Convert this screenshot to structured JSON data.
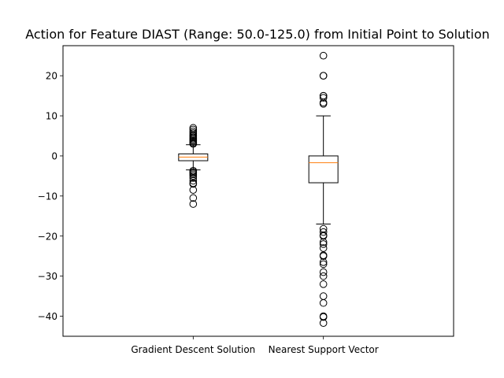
{
  "chart_data": {
    "type": "box",
    "title": "Action for Feature DIAST (Range: 50.0-125.0) from Initial Point to Solution",
    "xlabel": "",
    "ylabel": "",
    "categories": [
      "Gradient Descent Solution",
      "Nearest Support Vector"
    ],
    "ylim": [
      -45,
      27.5
    ],
    "yticks": [
      -40,
      -30,
      -20,
      -10,
      0,
      10,
      20
    ],
    "ytick_labels": [
      "−40",
      "−30",
      "−20",
      "−10",
      "0",
      "10",
      "20"
    ],
    "grid": false,
    "colors": {
      "box": "#000000",
      "median": "#ff7f0e",
      "flier": "#000000"
    },
    "boxes": [
      {
        "name": "Gradient Descent Solution",
        "whisker_low": -3.5,
        "q1": -1.2,
        "median": -0.3,
        "q3": 0.5,
        "whisker_high": 2.8,
        "fliers": [
          7.0,
          6.6,
          6.1,
          5.7,
          5.3,
          5.0,
          4.7,
          4.4,
          4.1,
          3.8,
          3.5,
          3.2,
          3.0,
          -3.7,
          -4.0,
          -4.3,
          -4.6,
          -5.0,
          -5.5,
          -6.2,
          -6.8,
          -7.0,
          -8.5,
          -10.5,
          -12.0
        ]
      },
      {
        "name": "Nearest Support Vector",
        "whisker_low": -17.0,
        "q1": -6.7,
        "median": -1.7,
        "q3": 0.0,
        "whisker_high": 10.0,
        "fliers": [
          25.0,
          20.0,
          20.0,
          15.0,
          15.0,
          14.5,
          13.3,
          13.0,
          -18.2,
          -19.0,
          -19.8,
          -20.0,
          -21.5,
          -22.0,
          -23.0,
          -24.8,
          -25.0,
          -26.5,
          -27.0,
          -29.0,
          -30.0,
          -32.0,
          -35.0,
          -36.7,
          -40.0,
          -40.2,
          -41.7
        ]
      }
    ]
  }
}
